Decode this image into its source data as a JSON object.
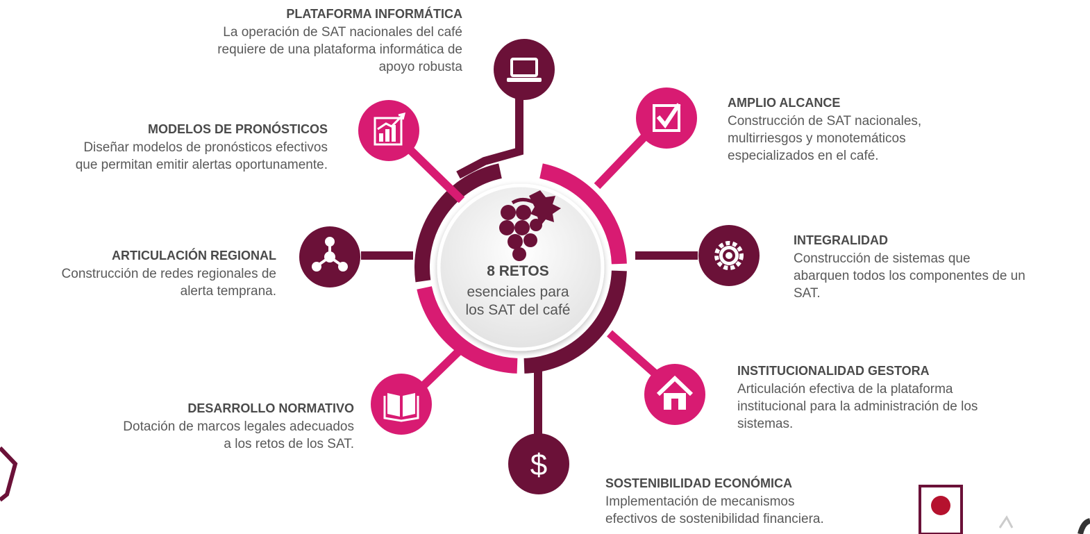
{
  "colors": {
    "magenta": "#D81B72",
    "maroon": "#6B1138",
    "center_fill": "#f4f4f4"
  },
  "center": {
    "title": "8 RETOS",
    "line1": "esenciales para",
    "line2": "los SAT del  café",
    "icon": "grapes-icon"
  },
  "challenges": [
    {
      "id": "plataforma",
      "title": "PLATAFORMA INFORMÁTICA",
      "lines": [
        "La operación de SAT nacionales del café",
        "requiere de una plataforma informática de",
        "apoyo robusta"
      ],
      "icon": "laptop-icon",
      "color": "maroon"
    },
    {
      "id": "alcance",
      "title": "AMPLIO ALCANCE",
      "lines": [
        "Construcción de SAT nacionales,",
        "multirriesgos y monotemáticos",
        "especializados en el café."
      ],
      "icon": "checkbox-icon",
      "color": "magenta"
    },
    {
      "id": "integralidad",
      "title": "INTEGRALIDAD",
      "lines": [
        "Construcción de sistemas que",
        "abarquen todos los componentes de un",
        "SAT."
      ],
      "icon": "gear-icon",
      "color": "maroon"
    },
    {
      "id": "institucionalidad",
      "title": "INSTITUCIONALIDAD GESTORA",
      "lines": [
        "Articulación efectiva de la plataforma",
        "institucional para la administración de los",
        "sistemas."
      ],
      "icon": "home-icon",
      "color": "magenta"
    },
    {
      "id": "sostenibilidad",
      "title": "SOSTENIBILIDAD ECONÓMICA",
      "lines": [
        "Implementación de mecanismos",
        "efectivos de sostenibilidad financiera."
      ],
      "icon": "dollar-icon",
      "color": "maroon"
    },
    {
      "id": "normativo",
      "title": "DESARROLLO NORMATIVO",
      "lines": [
        "Dotación de marcos legales adecuados",
        "a los retos de los SAT."
      ],
      "icon": "book-icon",
      "color": "magenta"
    },
    {
      "id": "regional",
      "title": "ARTICULACIÓN REGIONAL",
      "lines": [
        "Construcción de redes regionales de",
        "alerta temprana."
      ],
      "icon": "network-icon",
      "color": "maroon"
    },
    {
      "id": "modelos",
      "title": "MODELOS DE PRONÓSTICOS",
      "lines": [
        "Diseñar modelos de pronósticos efectivos",
        "que permitan emitir alertas oportunamente."
      ],
      "icon": "chart-icon",
      "color": "magenta"
    }
  ],
  "icon_glyphs": {
    "dollar": "$"
  }
}
